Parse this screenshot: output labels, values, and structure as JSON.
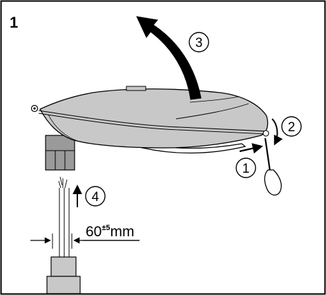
{
  "figure": {
    "number": "1"
  },
  "steps": [
    {
      "label": "1"
    },
    {
      "label": "2"
    },
    {
      "label": "3"
    },
    {
      "label": "4"
    }
  ],
  "dimension": {
    "value": "60",
    "tolerance": "±5",
    "unit": "mm"
  },
  "colors": {
    "line": "#000000",
    "cover_fill": "#c8c8c8",
    "base_fill": "#9a9a9a",
    "background": "#ffffff"
  }
}
